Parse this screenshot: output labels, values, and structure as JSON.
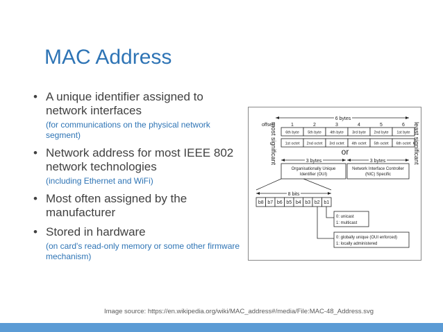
{
  "slide": {
    "title": "MAC Address",
    "bullets": [
      {
        "text": "A unique identifier assigned to network interfaces",
        "sub": "(for communications on the physical network segment)"
      },
      {
        "text": "Network address for most IEEE 802 network technologies",
        "sub": "(including Ethernet and WiFi)"
      },
      {
        "text": "Most often assigned by the manufacturer",
        "sub": ""
      },
      {
        "text": "Stored in hardware",
        "sub": "(on card's read-only memory or some other firmware mechanism)"
      }
    ],
    "source": "Image source: https://en.wikipedia.org/wiki/MAC_address#/media/File:MAC-48_Address.svg",
    "accent_color": "#5b9bd5",
    "title_color": "#2e74b5"
  },
  "diagram": {
    "offset_label": "offset:",
    "offsets": [
      "1",
      "2",
      "3",
      "4",
      "5",
      "6"
    ],
    "six_bytes": "6 bytes",
    "top_bytes": [
      "6th byte",
      "5th byte",
      "4th byte",
      "3rd byte",
      "2nd byte",
      "1st byte"
    ],
    "bottom_octets": [
      "1st octet",
      "2nd octet",
      "3rd octet",
      "4th octet",
      "5th octet",
      "6th octet"
    ],
    "or_label": "or",
    "most_significant": "most significant",
    "least_significant": "least significant",
    "three_bytes_left": "3 bytes",
    "three_bytes_right": "3 bytes",
    "oui_line1": "Organisationally Unique",
    "oui_line2": "Identifier (OUI)",
    "nic_line1": "Network Interface Controller",
    "nic_line2": "(NIC) Specific",
    "eight_bits": "8 bits",
    "bits": [
      "b8",
      "b7",
      "b6",
      "b5",
      "b4",
      "b3",
      "b2",
      "b1"
    ],
    "unicast": "0: unicast",
    "multicast": "1: multicast",
    "global": "0: globally unique (OUI enforced)",
    "local": "1: locally administered"
  }
}
